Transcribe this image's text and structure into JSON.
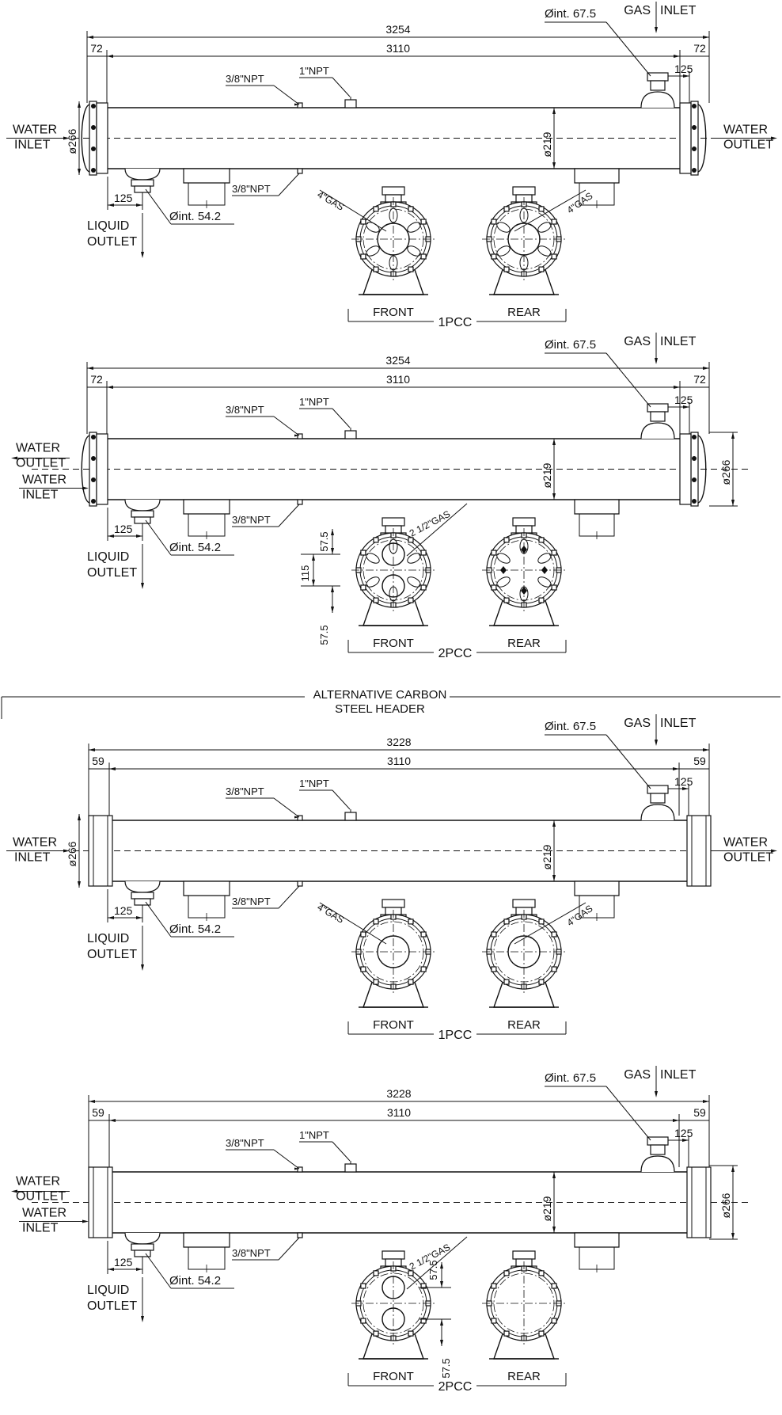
{
  "section_caption": {
    "line1": "ALTERNATIVE  CARBON",
    "line2": "STEEL HEADER"
  },
  "views": [
    {
      "variant": "flanged-1pass",
      "dim_total": "3254",
      "dim_inner": "3110",
      "dim_left_end": "72",
      "dim_right_end": "72",
      "dim_gas_offset": "125",
      "dim_liquid_offset": "125",
      "dim_shell_dia": "ø219",
      "dim_header_dia": "ø266",
      "npt_small_top": "3/8\"NPT",
      "npt_large": "1\"NPT",
      "npt_small_bottom": "3/8\"NPT",
      "gas_inlet_dia": "Øint.  67.5",
      "liquid_outlet_dia": "Øint.  54.2",
      "gas_label": "GAS",
      "inlet_label": "INLET",
      "liquid_label": "LIQUID",
      "outlet_label": "OUTLET",
      "left_water_1": "WATER",
      "left_water_2": "INLET",
      "right_water_1": "WATER",
      "right_water_2": "OUTLET",
      "front_label": "FRONT",
      "rear_label": "REAR",
      "pass_label": "1PCC",
      "front_conn": "4\"GAS",
      "rear_conn": "4\"GAS"
    },
    {
      "variant": "flanged-2pass",
      "dim_total": "3254",
      "dim_inner": "3110",
      "dim_left_end": "72",
      "dim_right_end": "72",
      "dim_gas_offset": "125",
      "dim_liquid_offset": "125",
      "dim_shell_dia": "ø219",
      "dim_header_dia": "ø266",
      "npt_small_top": "3/8\"NPT",
      "npt_large": "1\"NPT",
      "npt_small_bottom": "3/8\"NPT",
      "gas_inlet_dia": "Øint.  67.5",
      "liquid_outlet_dia": "Øint.  54.2",
      "gas_label": "GAS",
      "inlet_label": "INLET",
      "liquid_label": "LIQUID",
      "outlet_label": "OUTLET",
      "left_water_1": "WATER",
      "left_water_2": "OUTLET",
      "left_water_3": "WATER",
      "left_water_4": "INLET",
      "front_label": "FRONT",
      "rear_label": "REAR",
      "pass_label": "2PCC",
      "front_conn": "2  1/2\"GAS",
      "dim_upper": "57.5",
      "dim_mid": "115",
      "dim_lower": "57.5"
    },
    {
      "variant": "carbon-steel-1pass",
      "dim_total": "3228",
      "dim_inner": "3110",
      "dim_left_end": "59",
      "dim_right_end": "59",
      "dim_gas_offset": "125",
      "dim_liquid_offset": "125",
      "dim_shell_dia": "ø219",
      "dim_header_dia": "ø266",
      "npt_small_top": "3/8\"NPT",
      "npt_large": "1\"NPT",
      "npt_small_bottom": "3/8\"NPT",
      "gas_inlet_dia": "Øint.  67.5",
      "liquid_outlet_dia": "Øint.  54.2",
      "gas_label": "GAS",
      "inlet_label": "INLET",
      "liquid_label": "LIQUID",
      "outlet_label": "OUTLET",
      "left_water_1": "WATER",
      "left_water_2": "INLET",
      "right_water_1": "WATER",
      "right_water_2": "OUTLET",
      "front_label": "FRONT",
      "rear_label": "REAR",
      "pass_label": "1PCC",
      "front_conn": "4\"GAS",
      "rear_conn": "4\"GAS"
    },
    {
      "variant": "carbon-steel-2pass",
      "dim_total": "3228",
      "dim_inner": "3110",
      "dim_left_end": "59",
      "dim_right_end": "59",
      "dim_gas_offset": "125",
      "dim_liquid_offset": "125",
      "dim_shell_dia": "ø219",
      "dim_header_dia": "ø266",
      "npt_small_top": "3/8\"NPT",
      "npt_large": "1\"NPT",
      "npt_small_bottom": "3/8\"NPT",
      "gas_inlet_dia": "Øint.  67.5",
      "liquid_outlet_dia": "Øint.  54.2",
      "gas_label": "GAS",
      "inlet_label": "INLET",
      "liquid_label": "LIQUID",
      "outlet_label": "OUTLET",
      "left_water_1": "WATER",
      "left_water_2": "OUTLET",
      "left_water_3": "WATER",
      "left_water_4": "INLET",
      "front_label": "FRONT",
      "rear_label": "REAR",
      "pass_label": "2PCC",
      "front_conn": "2  1/2\"GAS",
      "dim_upper": "57.5",
      "dim_lower": "57.5"
    }
  ]
}
